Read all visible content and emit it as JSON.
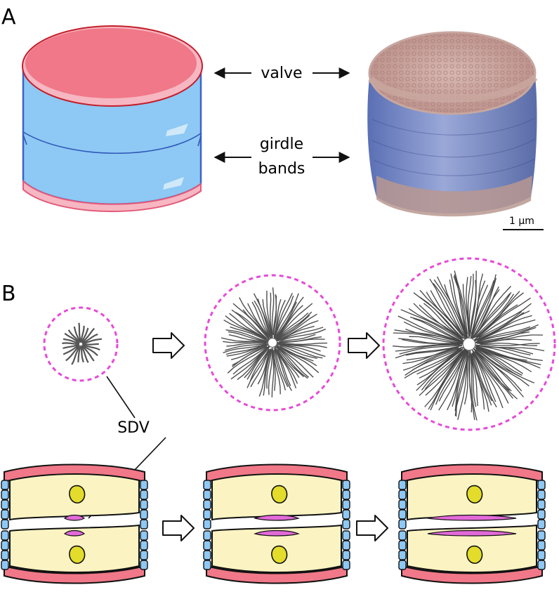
{
  "panel_a": {
    "letter": "A",
    "valve_label": "valve",
    "girdle_label_line1": "girdle",
    "girdle_label_line2": "bands",
    "scale_bar_label": "1 μm"
  },
  "panel_b": {
    "letter": "B",
    "sdv_label": "SDV"
  },
  "colors": {
    "valve_pink": "#f07888",
    "valve_light_pink": "#f6b7c2",
    "girdle_blue": "#8ec8f4",
    "girdle_outline": "#3a64c8",
    "cell_yellow": "#fbf4c2",
    "nucleus_yellow": "#e3dc2a",
    "sdv_magenta": "#e26ad8",
    "dashed_circle": "#e64ad6",
    "sem_valve_tan": "#c9a39c",
    "sem_girdle_blue": "#7e90c8"
  }
}
